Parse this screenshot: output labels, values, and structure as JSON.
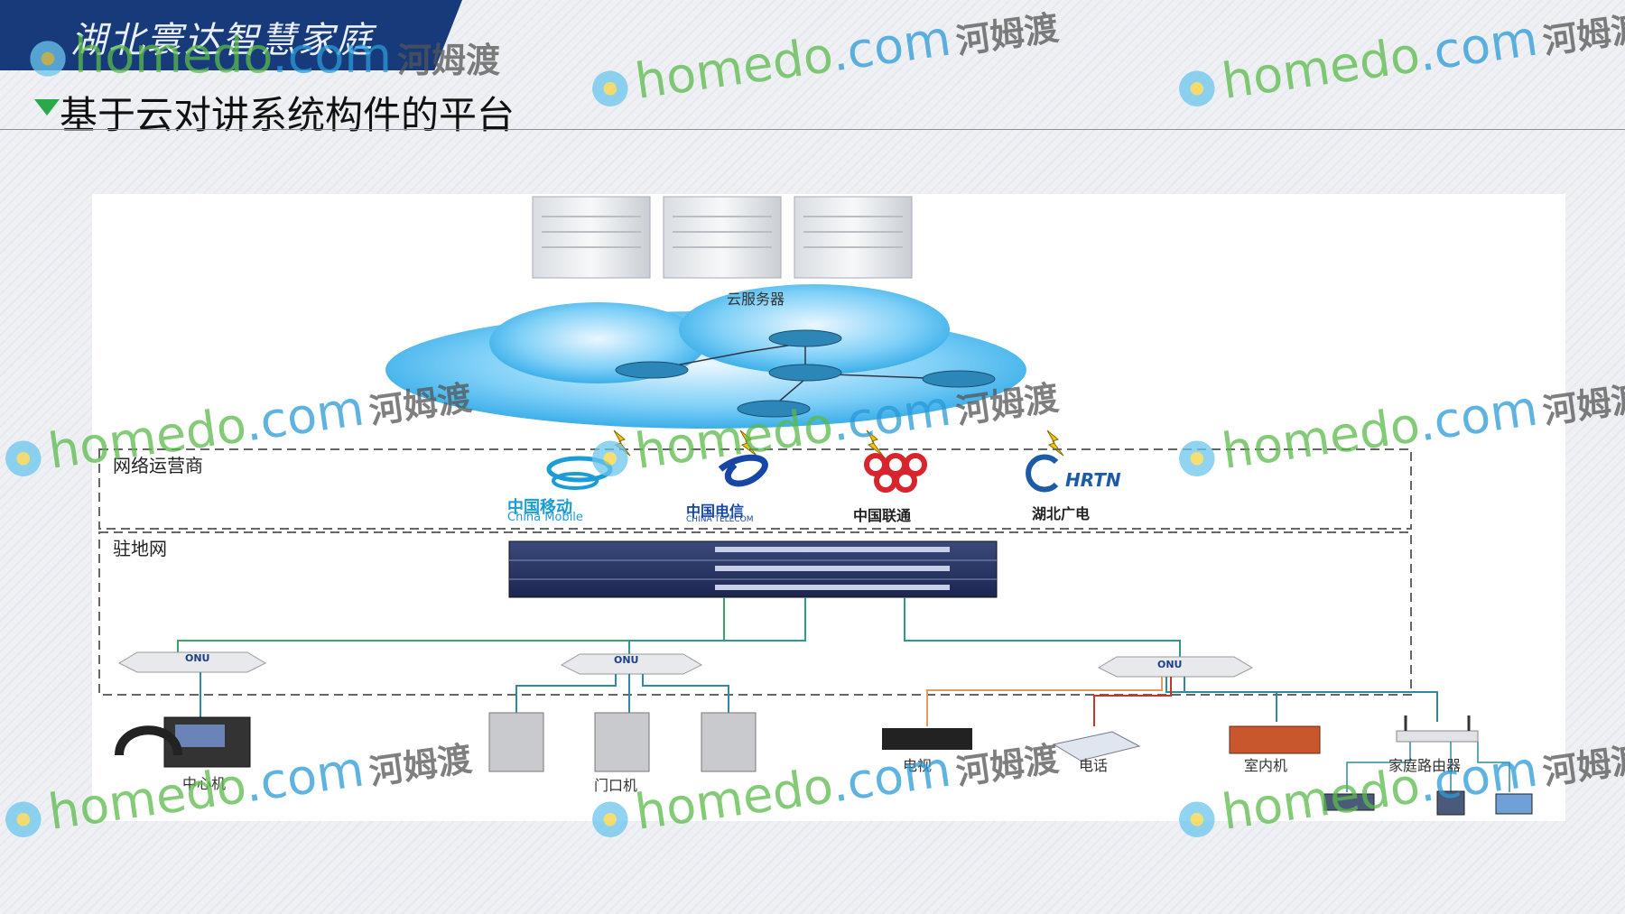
{
  "banner": {
    "text": "湖北寰达智慧家庭"
  },
  "slide": {
    "title": "基于云对讲系统构件的平台"
  },
  "diagram": {
    "cloud_server_label": "云服务器",
    "operator_zone_label": "网络运营商",
    "campus_zone_label": "驻地网",
    "operators": [
      {
        "cn": "中国移动",
        "en": "China Mobile",
        "color": "#1a9cd6"
      },
      {
        "cn": "中国电信",
        "en": "CHINA TELECOM",
        "color": "#1546a8"
      },
      {
        "cn": "中国联通",
        "en": "",
        "color": "#d8242c"
      },
      {
        "cn": "湖北广电",
        "en": "HRTN",
        "color": "#1d5aa8"
      }
    ],
    "onu_label": "ONU",
    "devices": {
      "management": "中心机",
      "door_unit": "门口机",
      "indoor_tv": "电视",
      "phone": "电话",
      "indoor_unit": "室内机",
      "home_router": "家庭路由器"
    }
  },
  "watermark": {
    "site": "homedo",
    "domain": ".com",
    "cn": "河姆渡"
  }
}
